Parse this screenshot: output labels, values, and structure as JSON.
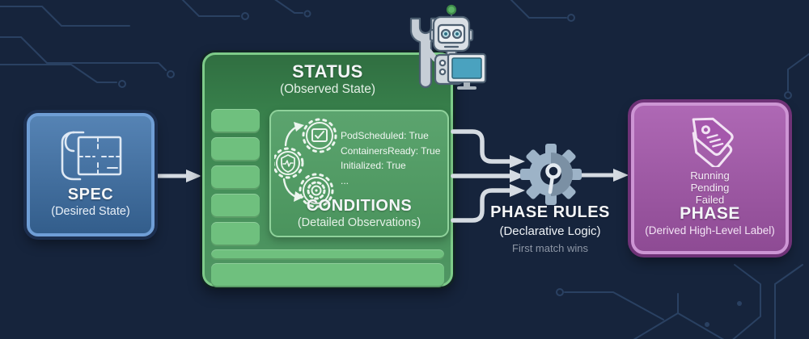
{
  "colors": {
    "background": "#16243c",
    "circuit": "#2a4162",
    "spec_fill": "#3e72aa",
    "spec_border": "#6f9ed6",
    "status_fill": "#3c8a51",
    "status_border": "#7ecb89",
    "panel_fill": "#4f9d63",
    "panel_border": "#8fd29b",
    "slot_fill": "#6fc07e",
    "phase_fill": "#a557ac",
    "phase_border": "#cd95d4",
    "arrow": "#d5dbe2",
    "text_light": "#f4f6f8",
    "text_muted": "#8e97a6"
  },
  "spec": {
    "title": "SPEC",
    "subtitle": "(Desired State)"
  },
  "status": {
    "title": "STATUS",
    "subtitle": "(Observed State)"
  },
  "conditions": {
    "title": "CONDITIONS",
    "subtitle": "(Detailed Observations)",
    "items": [
      "PodScheduled: True",
      "ContainersReady: True",
      "Initialized: True",
      "..."
    ]
  },
  "phase_rules": {
    "title": "PHASE RULES",
    "subtitle": "(Declarative Logic)",
    "note": "First match wins"
  },
  "phase": {
    "labels": [
      "Running",
      "Pending",
      "Failed"
    ],
    "title": "PHASE",
    "subtitle": "(Derived High-Level Label)"
  },
  "icons": {
    "spec": "blueprint-icon",
    "status_mascot": "robot-mechanic-icon",
    "conditions": "condition-badges-cycle-icon",
    "phase_rules": "gear-pin-icon",
    "phase": "tags-icon"
  }
}
